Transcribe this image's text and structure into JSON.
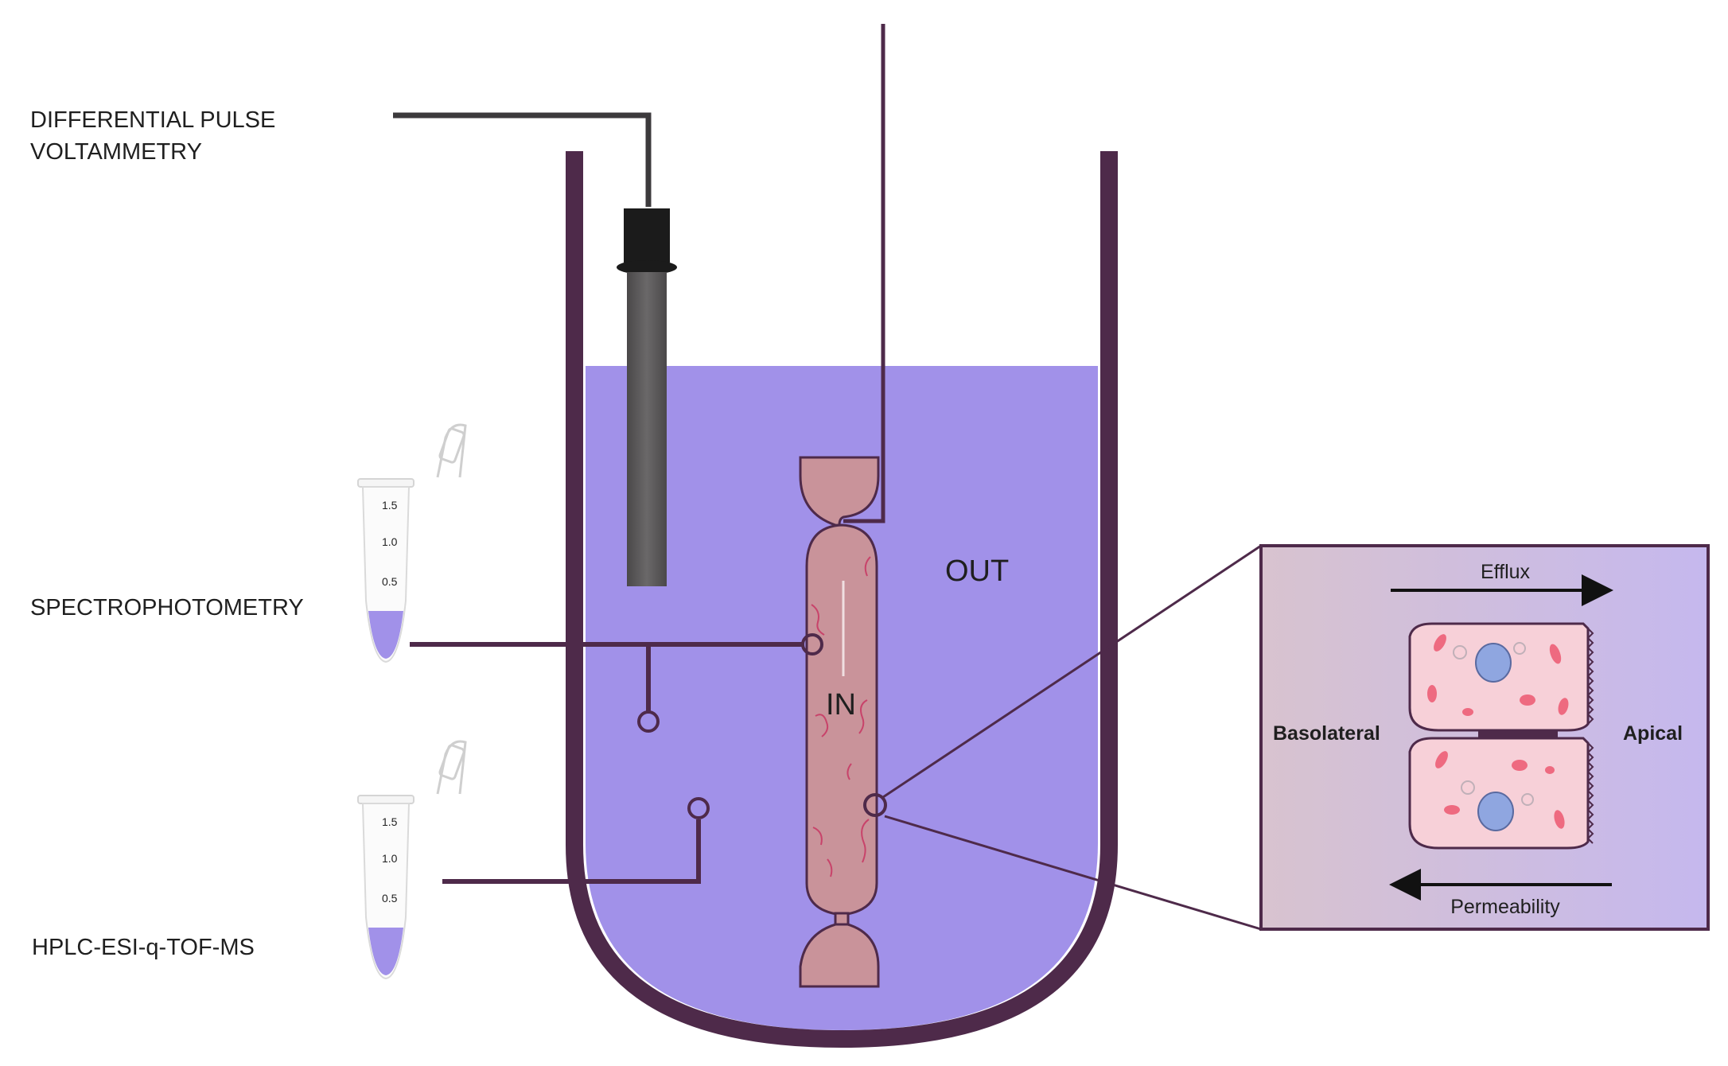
{
  "labels": {
    "dpv_line1": "DIFFERENTIAL PULSE",
    "dpv_line2": "VOLTAMMETRY",
    "spectro": "SPECTROPHOTOMETRY",
    "hplc": "HPLC-ESI-q-TOF-MS",
    "out": "OUT",
    "in": "IN"
  },
  "inset": {
    "efflux": "Efflux",
    "permeability": "Permeability",
    "basolateral": "Basolateral",
    "apical": "Apical"
  },
  "tube_marks": [
    "1.5",
    "1.0",
    "0.5"
  ],
  "colors": {
    "vessel": "#4e2a4a",
    "liquid": "#a191e9",
    "tissue": "#c9939a",
    "electrode": "#585657",
    "inset_left": "#d8c3cf",
    "inset_right": "#c5b8ee",
    "cell_pink": "#f7d0d8",
    "nucleus": "#8fa6e0"
  }
}
